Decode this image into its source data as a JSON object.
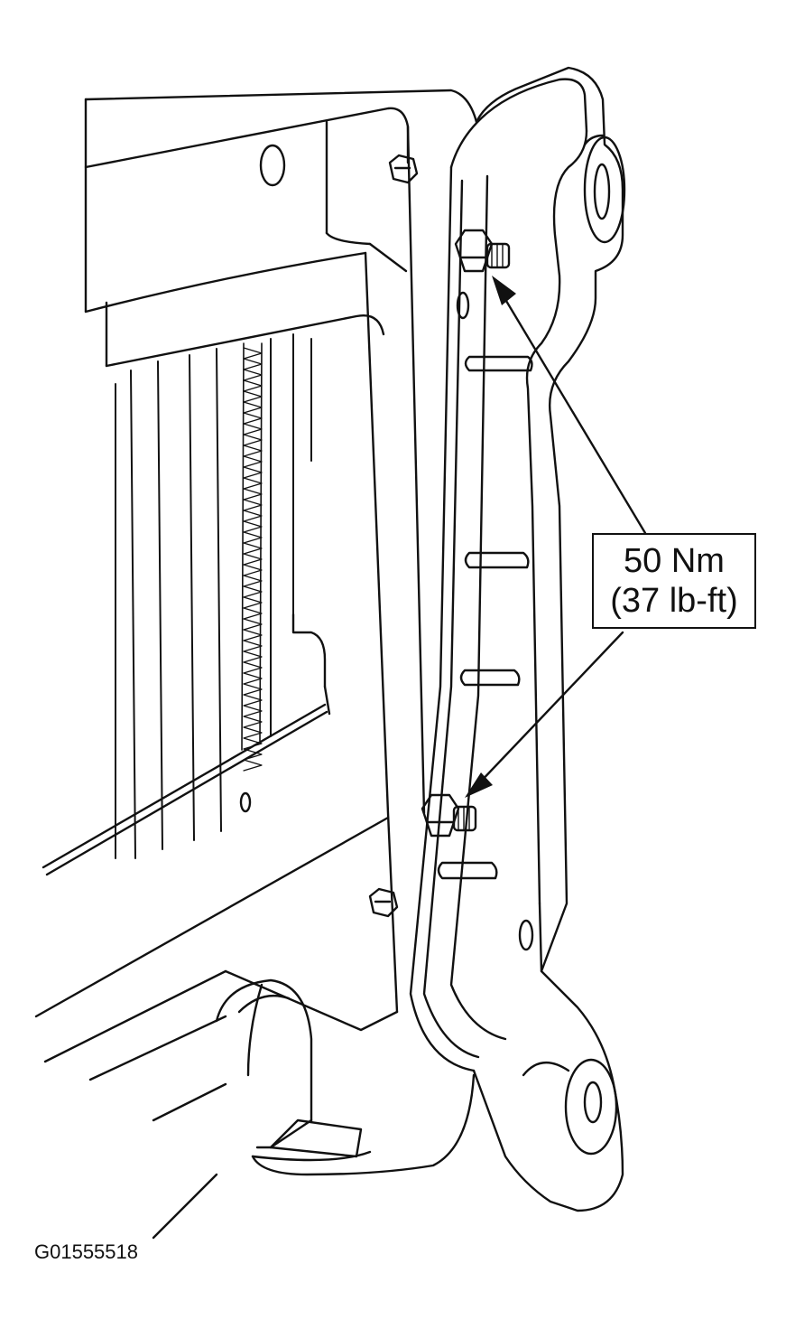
{
  "callout": {
    "torque_nm": "50 Nm",
    "torque_lbft": "(37 lb-ft)"
  },
  "figure_id": "G01555518",
  "colors": {
    "line": "#111111",
    "background": "#ffffff"
  }
}
